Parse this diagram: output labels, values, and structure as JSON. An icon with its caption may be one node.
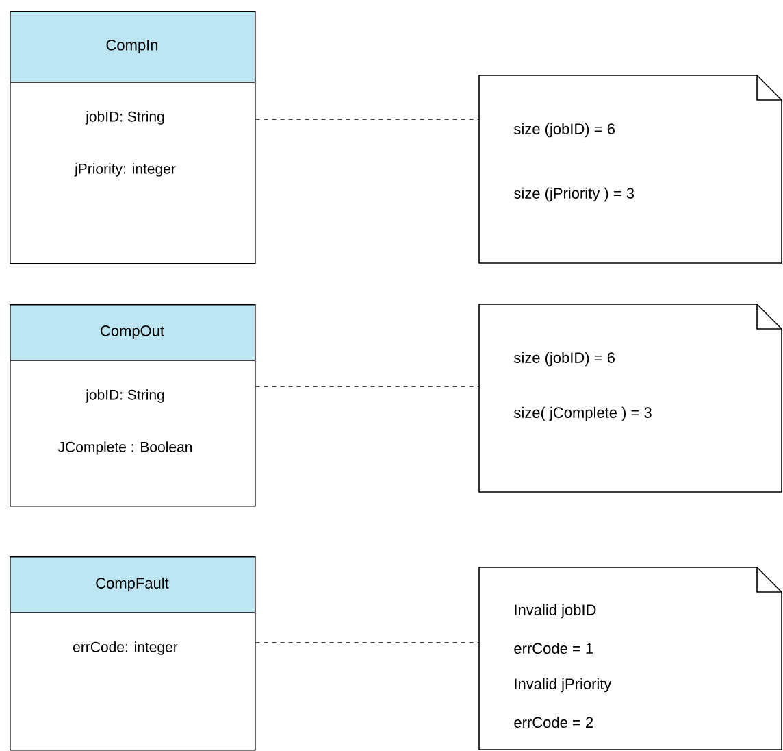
{
  "diagram": {
    "nodes": [
      {
        "text": [
          "CompIn",
          "jobID: String",
          "jPriority: integer"
        ]
      },
      {
        "text": [
          "CompOut",
          "jobID: String",
          "JComplete : Boolean"
        ]
      },
      {
        "text": [
          "CompFault",
          "errCode: integer"
        ]
      },
      {
        "text": [
          "size (jobID) = 6",
          "size (jPriority ) = 3"
        ]
      },
      {
        "text": [
          "size (jobID) = 6",
          "size( jComplete ) = 3"
        ]
      },
      {
        "text": [
          "Invalid jobID",
          "errCode = 1",
          "Invalid jPriority",
          "errCode = 2"
        ]
      }
    ],
    "edges": [
      {
        "from": 0,
        "to": 3,
        "arrow": "none",
        "style": "dashed"
      },
      {
        "from": 1,
        "to": 4,
        "arrow": "none",
        "style": "dashed"
      },
      {
        "from": 2,
        "to": 5,
        "arrow": "none",
        "style": "dashed"
      }
    ]
  }
}
